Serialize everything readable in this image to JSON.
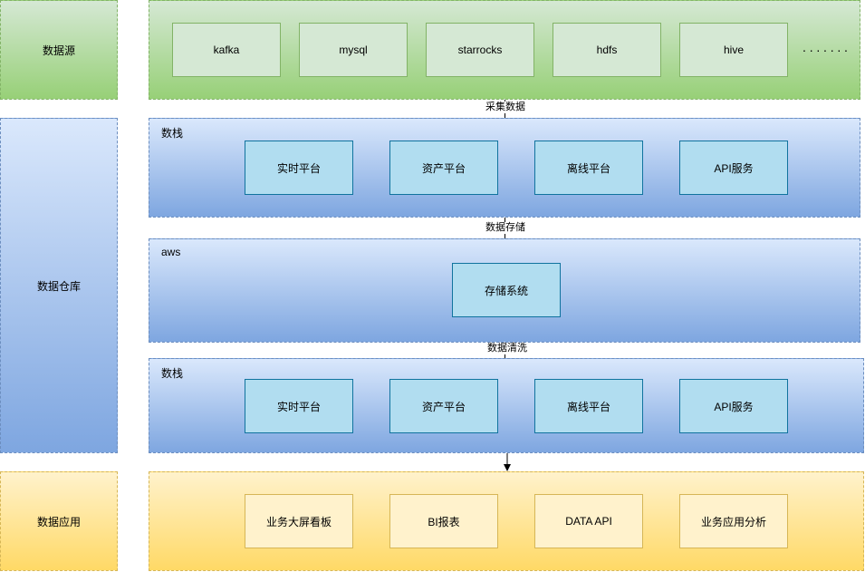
{
  "left_lanes": {
    "source": "数据源",
    "warehouse": "数据仓库",
    "application": "数据应用"
  },
  "sources": {
    "items": [
      "kafka",
      "mysql",
      "starrocks",
      "hdfs",
      "hive"
    ],
    "more": "·······"
  },
  "edges": {
    "collect": "采集数据",
    "store": "数据存储",
    "clean": "数据清洗"
  },
  "stack_top": {
    "title": "数栈",
    "items": [
      "实时平台",
      "资产平台",
      "离线平台",
      "API服务"
    ]
  },
  "aws": {
    "title": "aws",
    "storage": "存储系统"
  },
  "stack_bottom": {
    "title": "数栈",
    "items": [
      "实时平台",
      "资产平台",
      "离线平台",
      "API服务"
    ]
  },
  "apps": {
    "items": [
      "业务大屏看板",
      "BI报表",
      "DATA API",
      "业务应用分析"
    ]
  },
  "colors": {
    "green_fill": "#d5e8d4",
    "green_border": "#82b366",
    "blue_fill": "#dae8fc",
    "blue_border": "#6c8ebf",
    "cyan_fill": "#b1ddf0",
    "cyan_border": "#10739e",
    "yellow_fill": "#fff2cc",
    "yellow_border": "#d6b656"
  }
}
